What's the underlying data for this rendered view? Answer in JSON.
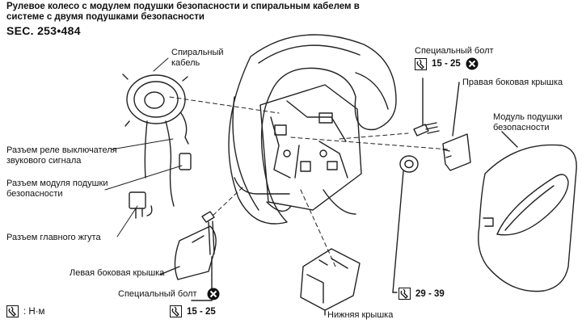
{
  "title": "Рулевое колесо с модулем подушки безопасности и спиральным кабелем в системе с двумя подушками безопасности",
  "sec_ref": "SEC. 253•484",
  "labels": {
    "spiral_cable": "Спиральный кабель",
    "horn_relay_connector": "Разъем реле выключателя звукового сигнала",
    "airbag_module_connector": "Разъем модуля подушки безопасности",
    "main_harness_connector": "Разъем главного жгута",
    "left_side_cover": "Левая боковая крышка",
    "special_bolt_left": "Специальный болт",
    "special_bolt_right": "Специальный болт",
    "right_side_cover": "Правая боковая крышка",
    "airbag_module": "Модуль подушки безопасности",
    "lower_cover": "Нижняя крышка"
  },
  "torque": {
    "right_bolt": "15 - 25",
    "left_bolt": "15 - 25",
    "nut": "29 - 39",
    "unit_legend": ": Н·м"
  },
  "icons": [
    "torque-wrench-icon",
    "do-not-reuse-x-icon"
  ]
}
